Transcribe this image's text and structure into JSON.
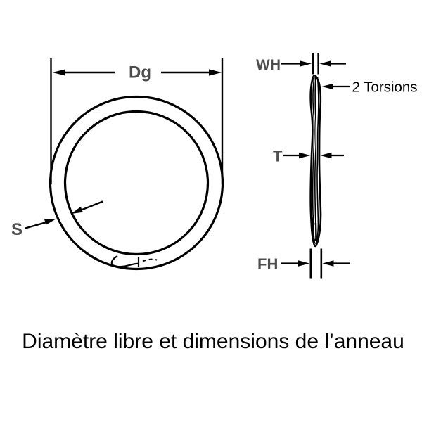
{
  "caption": "Diamètre libre et dimensions de l’anneau",
  "front_view": {
    "name": "ring-front-view",
    "diameter_label": "Dg",
    "wire_section_label": "S"
  },
  "side_view": {
    "name": "ring-side-view",
    "wire_height_label": "WH",
    "thickness_label": "T",
    "closed_height_label": "FH",
    "torsions_label": "2 Torsions"
  },
  "colors": {
    "background": "#ffffff",
    "line": "#000000",
    "dimension_label": "#4d4d4d",
    "annotation": "#000000"
  }
}
